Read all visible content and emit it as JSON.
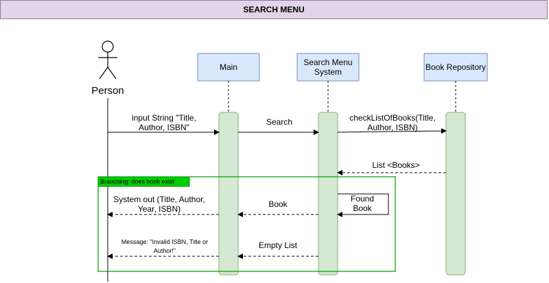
{
  "title": "SEARCH MENU",
  "colors": {
    "title_fill": "#e1d5e7",
    "title_border": "#9673a6",
    "lifeline_fill": "#dae8fc",
    "lifeline_border": "#6c8ebf",
    "activation_fill": "#d5e8d4",
    "activation_border": "#82b366",
    "frame_border": "#009900",
    "frame_tab": "#00cc00"
  },
  "actor": {
    "label": "Person",
    "icon": "stick-figure-icon"
  },
  "lifelines": {
    "main": "Main",
    "search_menu": [
      "Search Menu",
      "System"
    ],
    "book_repository": "Book Repository"
  },
  "frame": {
    "label": "Branching: does book exist"
  },
  "messages": {
    "input": [
      "input String  \"Title,",
      "Author, ISBN\""
    ],
    "search": "Search",
    "check": [
      "checkListOfBooks(Title,",
      "Author, ISBN)"
    ],
    "list_books": "List <Books>",
    "found_book": [
      "Found",
      "Book"
    ],
    "book": "Book",
    "system_out": [
      "System out (Title, Author,",
      "Year, ISBN)"
    ],
    "empty_list": "Empty List",
    "invalid": [
      "Message: \"Invalid ISBN, Title or",
      "Author!\""
    ]
  }
}
